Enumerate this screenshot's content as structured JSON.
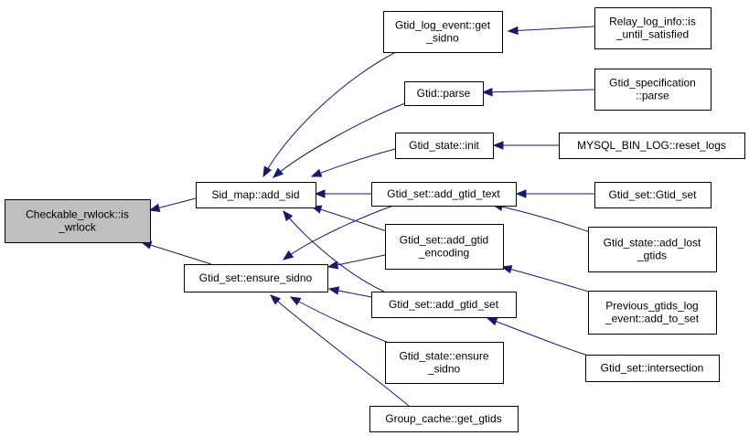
{
  "graph": {
    "nodes": [
      {
        "id": "checkable",
        "lines": [
          "Checkable_rwlock::is",
          "_wrlock"
        ],
        "highlight": true
      },
      {
        "id": "sid_map_add_sid",
        "lines": [
          "Sid_map::add_sid"
        ]
      },
      {
        "id": "gtid_set_ensure_sidno",
        "lines": [
          "Gtid_set::ensure_sidno"
        ]
      },
      {
        "id": "gtid_log_event_get_sidno",
        "lines": [
          "Gtid_log_event::get",
          "_sidno"
        ]
      },
      {
        "id": "gtid_parse",
        "lines": [
          "Gtid::parse"
        ]
      },
      {
        "id": "gtid_state_init",
        "lines": [
          "Gtid_state::init"
        ]
      },
      {
        "id": "gtid_set_add_gtid_text",
        "lines": [
          "Gtid_set::add_gtid_text"
        ]
      },
      {
        "id": "gtid_set_add_gtid_encoding",
        "lines": [
          "Gtid_set::add_gtid",
          "_encoding"
        ]
      },
      {
        "id": "gtid_set_add_gtid_set",
        "lines": [
          "Gtid_set::add_gtid_set"
        ]
      },
      {
        "id": "gtid_state_ensure_sidno",
        "lines": [
          "Gtid_state::ensure",
          "_sidno"
        ]
      },
      {
        "id": "group_cache_get_gtids",
        "lines": [
          "Group_cache::get_gtids"
        ]
      },
      {
        "id": "relay_log_info",
        "lines": [
          "Relay_log_info::is",
          "_until_satisfied"
        ]
      },
      {
        "id": "gtid_specification_parse",
        "lines": [
          "Gtid_specification",
          "::parse"
        ]
      },
      {
        "id": "mysql_bin_log_reset_logs",
        "lines": [
          "MYSQL_BIN_LOG::reset_logs"
        ]
      },
      {
        "id": "gtid_set_gtid_set",
        "lines": [
          "Gtid_set::Gtid_set"
        ]
      },
      {
        "id": "gtid_state_add_lost_gtids",
        "lines": [
          "Gtid_state::add_lost",
          "_gtids"
        ]
      },
      {
        "id": "previous_gtids_log_event",
        "lines": [
          "Previous_gtids_log",
          "_event::add_to_set"
        ]
      },
      {
        "id": "gtid_set_intersection",
        "lines": [
          "Gtid_set::intersection"
        ]
      }
    ],
    "edges": [
      {
        "from": "sid_map_add_sid",
        "to": "checkable"
      },
      {
        "from": "gtid_set_ensure_sidno",
        "to": "checkable"
      },
      {
        "from": "gtid_log_event_get_sidno",
        "to": "sid_map_add_sid"
      },
      {
        "from": "gtid_parse",
        "to": "sid_map_add_sid"
      },
      {
        "from": "gtid_state_init",
        "to": "sid_map_add_sid"
      },
      {
        "from": "gtid_set_add_gtid_text",
        "to": "sid_map_add_sid"
      },
      {
        "from": "gtid_set_add_gtid_encoding",
        "to": "sid_map_add_sid"
      },
      {
        "from": "gtid_set_add_gtid_set",
        "to": "sid_map_add_sid"
      },
      {
        "from": "gtid_set_add_gtid_text",
        "to": "gtid_set_ensure_sidno"
      },
      {
        "from": "gtid_set_add_gtid_encoding",
        "to": "gtid_set_ensure_sidno"
      },
      {
        "from": "gtid_set_add_gtid_set",
        "to": "gtid_set_ensure_sidno"
      },
      {
        "from": "gtid_state_ensure_sidno",
        "to": "gtid_set_ensure_sidno"
      },
      {
        "from": "group_cache_get_gtids",
        "to": "gtid_set_ensure_sidno"
      },
      {
        "from": "relay_log_info",
        "to": "gtid_log_event_get_sidno"
      },
      {
        "from": "gtid_specification_parse",
        "to": "gtid_parse"
      },
      {
        "from": "mysql_bin_log_reset_logs",
        "to": "gtid_state_init"
      },
      {
        "from": "gtid_set_gtid_set",
        "to": "gtid_set_add_gtid_text"
      },
      {
        "from": "gtid_state_add_lost_gtids",
        "to": "gtid_set_add_gtid_text"
      },
      {
        "from": "previous_gtids_log_event",
        "to": "gtid_set_add_gtid_encoding"
      },
      {
        "from": "gtid_set_intersection",
        "to": "gtid_set_add_gtid_set"
      }
    ]
  },
  "colors": {
    "edge": "#191970",
    "highlight_fill": "#bfbfbf",
    "node_border": "#000000"
  }
}
